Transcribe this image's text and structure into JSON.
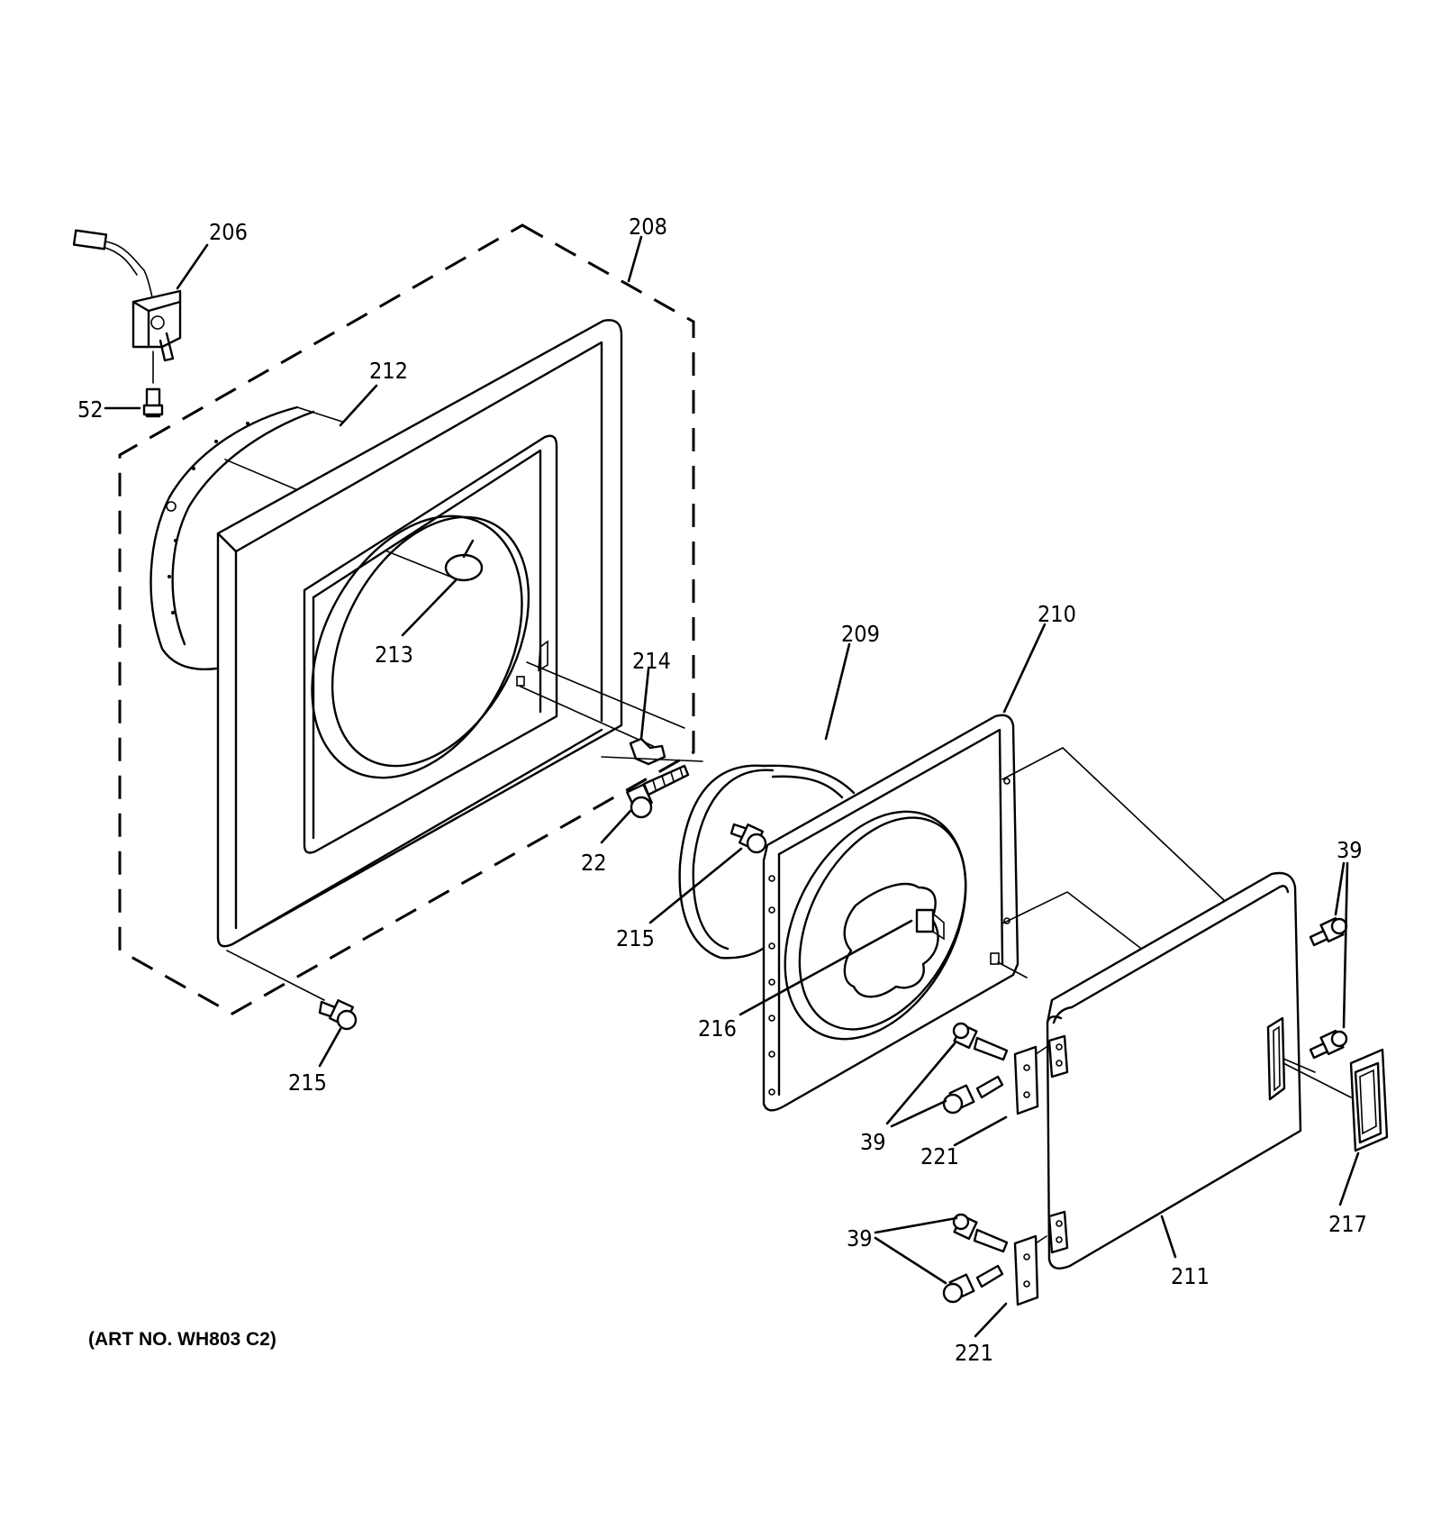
{
  "art_number": "(ART NO. WH803 C2)",
  "callouts": [
    {
      "id": "c206",
      "text": "206"
    },
    {
      "id": "c208",
      "text": "208"
    },
    {
      "id": "c212",
      "text": "212"
    },
    {
      "id": "c52",
      "text": "52"
    },
    {
      "id": "c213",
      "text": "213"
    },
    {
      "id": "c214",
      "text": "214"
    },
    {
      "id": "c22",
      "text": "22"
    },
    {
      "id": "c209",
      "text": "209"
    },
    {
      "id": "c210",
      "text": "210"
    },
    {
      "id": "c215a",
      "text": "215"
    },
    {
      "id": "c215b",
      "text": "215"
    },
    {
      "id": "c216",
      "text": "216"
    },
    {
      "id": "c39a",
      "text": "39"
    },
    {
      "id": "c39b",
      "text": "39"
    },
    {
      "id": "c39c",
      "text": "39"
    },
    {
      "id": "c221a",
      "text": "221"
    },
    {
      "id": "c221b",
      "text": "221"
    },
    {
      "id": "c211",
      "text": "211"
    },
    {
      "id": "c217",
      "text": "217"
    }
  ]
}
